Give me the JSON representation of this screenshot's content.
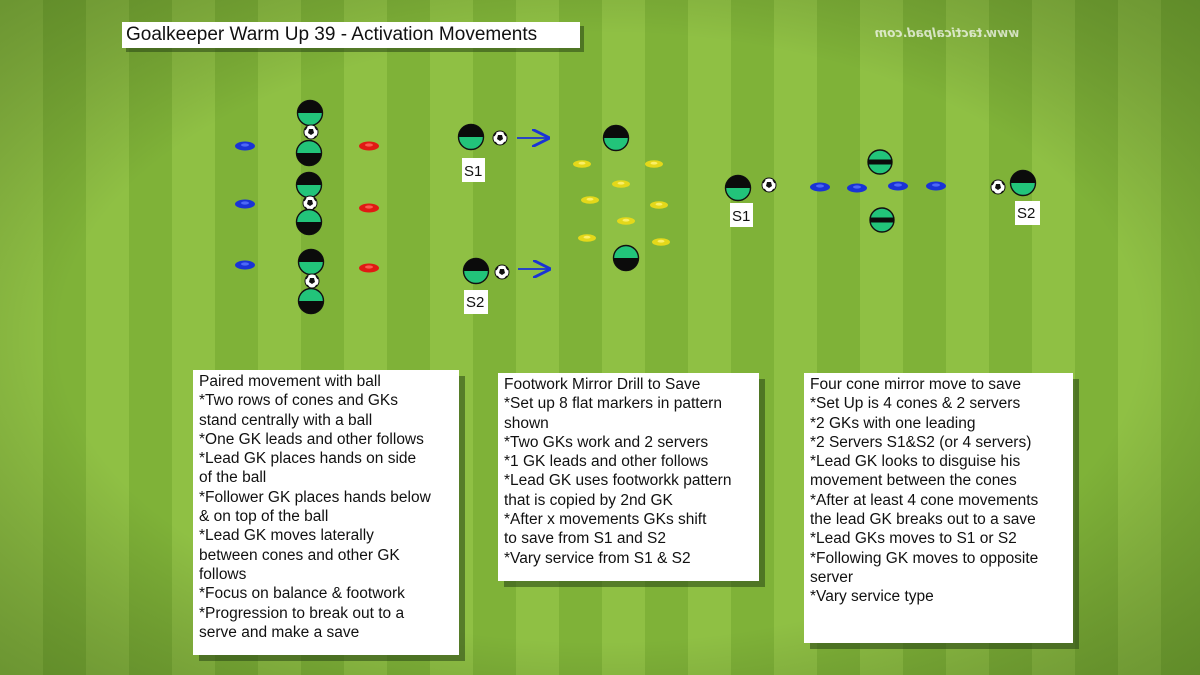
{
  "title": "Goalkeeper Warm Up 39 - Activation Movements",
  "watermark": "www.tacticalpad.com",
  "colors": {
    "pitch_light": "#8fc044",
    "pitch_dark": "#7cae36",
    "gk_body": "#22c47a",
    "gk_head": "#0b0b0b",
    "cone_blue": "#1a33d6",
    "cone_red": "#e01a14",
    "marker_yellow": "#e4d81a",
    "arrow_blue": "#1a33d6"
  },
  "drill_1": {
    "label_texts": [],
    "notes": [
      "Paired movement with ball",
      "*Two rows of cones and GKs",
      "stand centrally with a ball",
      "*One GK leads and other follows",
      "*Lead GK places hands on side",
      "of the ball",
      "*Follower GK places hands below",
      "& on top of the ball",
      "*Lead GK moves laterally",
      "between cones and other GK",
      "follows",
      "*Focus on balance & footwork",
      "*Progression to break out to a",
      "serve and make a save"
    ]
  },
  "drill_2": {
    "server_labels": [
      "S1",
      "S2"
    ],
    "notes": [
      "Footwork Mirror Drill to Save",
      "*Set up 8 flat markers in pattern",
      "shown",
      "*Two GKs work and 2 servers",
      "*1 GK leads and other follows",
      "*Lead GK uses footworkk pattern",
      "that is copied by 2nd GK",
      "*After x movements GKs shift",
      "to save from S1 and S2",
      "*Vary service from S1 & S2"
    ]
  },
  "drill_3": {
    "server_labels": [
      "S1",
      "S2"
    ],
    "notes": [
      "Four cone mirror move to save",
      "*Set Up is 4 cones & 2 servers",
      "*2 GKs with one leading",
      "*2 Servers S1&S2 (or 4 servers)",
      "*Lead GK looks to disguise his",
      "movement between the cones",
      "*After at least 4 cone movements",
      "the lead GK breaks out to a save",
      "*Lead GKs moves to S1 or S2",
      "*Following GK moves to opposite",
      "server",
      "*Vary service type"
    ]
  }
}
